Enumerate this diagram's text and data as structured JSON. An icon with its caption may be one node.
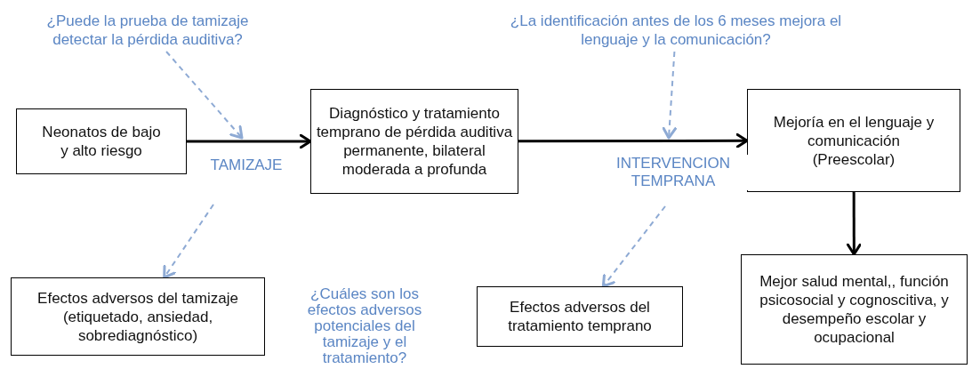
{
  "diagram": {
    "nodes": [
      {
        "text": [
          "Neonatos de bajo y alto riesgo"
        ]
      },
      {
        "text": [
          "Diagnóstico y tratamiento temprano de pérdida auditiva permanente, bilateral moderada a profunda"
        ]
      },
      {
        "text": [
          "Mejoría en el lenguaje y comunicación (Preescolar)"
        ]
      },
      {
        "text": [
          "Mejor salud mental,, función psicosocial y cognoscitiva, y desempeño escolar y ocupacional"
        ]
      },
      {
        "text": [
          "Efectos adversos del tamizaje (etiquetado, ansiedad, sobrediagnóstico)"
        ]
      },
      {
        "text": [
          "Efectos adversos del tratamiento temprano"
        ]
      },
      {
        "text": [
          "¿Puede la prueba de tamizaje detectar la pérdida auditiva?"
        ]
      },
      {
        "text": [
          "¿La identificación antes de los 6 meses mejora el lenguaje y la comunicación?"
        ]
      }
    ],
    "edges": [
      {
        "from": 0,
        "to": 1,
        "arrow": "to",
        "label": "TAMIZAJE",
        "color": "#000000"
      },
      {
        "from": 1,
        "to": 2,
        "arrow": "to",
        "label": "INTERVENCION TEMPRANA",
        "color": "#000000"
      },
      {
        "from": 2,
        "to": 3,
        "arrow": "to",
        "color": "#000000"
      },
      {
        "from": 6,
        "to": null,
        "arrow": "to",
        "style": "dashed"
      },
      {
        "from": 7,
        "to": null,
        "arrow": "to",
        "style": "dashed"
      },
      {
        "from": null,
        "to": 4,
        "arrow": "to",
        "style": "dashed"
      },
      {
        "from": null,
        "to": 5,
        "arrow": "to",
        "style": "dashed"
      }
    ],
    "labels": [
      "¿Cuáles son los efectos adversos potenciales del tamizaje y el tratamiento?"
    ]
  }
}
